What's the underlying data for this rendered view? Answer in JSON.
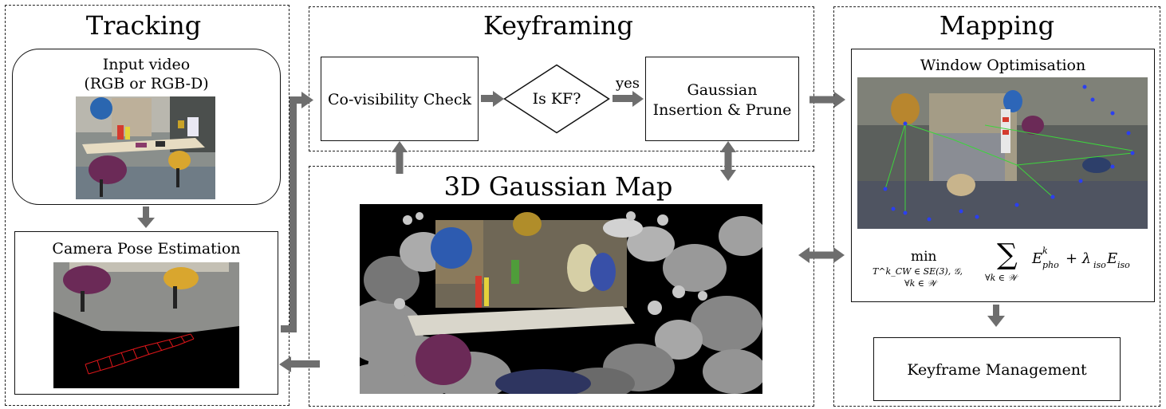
{
  "tracking": {
    "title": "Tracking",
    "input_line1": "Input video",
    "input_line2": "(RGB or RGB-D)",
    "pose_label": "Camera Pose Estimation"
  },
  "keyframing": {
    "title": "Keyframing",
    "covis_label": "Co-visibility Check",
    "decision_label": "Is KF?",
    "yes_label": "yes",
    "insert_line1": "Gaussian",
    "insert_line2": "Insertion & Prune"
  },
  "map": {
    "title": "3D Gaussian Map"
  },
  "mapping": {
    "title": "Mapping",
    "window_label": "Window Optimisation",
    "management_label": "Keyframe Management",
    "formula": {
      "min": "min",
      "sub1": "T^k_CW ∈ SE(3), 𝒢,",
      "sub2": "∀k ∈ 𝒲",
      "sum": "∑",
      "sum_sub": "∀k ∈ 𝒲",
      "term1": "E",
      "term1_sup": "k",
      "term1_sub": "pho",
      "plus": "+ λ",
      "lambda_sub": "iso",
      "term2": "E",
      "term2_sub": "iso"
    }
  },
  "colors": {
    "arrow": "#6e6e6e",
    "border": "#222222"
  }
}
